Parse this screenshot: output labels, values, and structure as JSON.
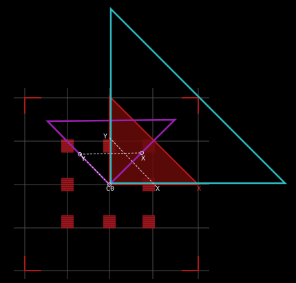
{
  "viewport": {
    "background": "#000000",
    "grid_color": "#4a4a4a",
    "corner_color": "#b01a1a",
    "hatch_color": "#e0202a"
  },
  "shapes": {
    "cyan_triangle": {
      "stroke": "#2fb8c0"
    },
    "purple_triangle": {
      "stroke": "#9a20b0"
    },
    "red_triangle": {
      "fill": "#6a0a0a",
      "stroke": "#c01818"
    }
  },
  "labels": {
    "origin": "C0",
    "y_axis": "Y",
    "x_axis": "X",
    "x_end": "X"
  },
  "guides": {
    "color": "#e0e0e0"
  }
}
